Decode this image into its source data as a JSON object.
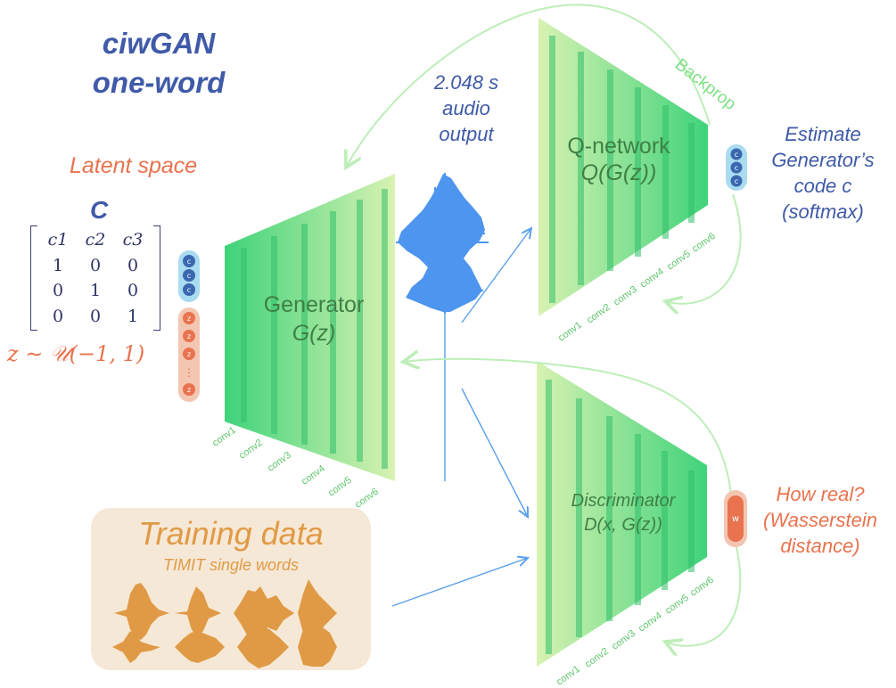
{
  "title": {
    "line1": "ciwGAN",
    "line2": "one-word"
  },
  "latent": {
    "title": "Latent space",
    "c_label": "C",
    "matrix_header": [
      "c1",
      "c2",
      "c3"
    ],
    "matrix_rows": [
      [
        "1",
        "0",
        "0"
      ],
      [
        "0",
        "1",
        "0"
      ],
      [
        "0",
        "0",
        "1"
      ]
    ],
    "z_formula": "z ∼ 𝒰(−1, 1)",
    "c_node": "c",
    "z_node": "z",
    "ellipsis": "⋮"
  },
  "generator": {
    "name": "Generator",
    "func": "G(z)"
  },
  "qnetwork": {
    "name": "Q-network",
    "func": "Q(G(z))"
  },
  "discriminator": {
    "name": "Discriminator",
    "func": "D(x, G(z))"
  },
  "audio_output": {
    "line1": "2.048 s",
    "line2": "audio",
    "line3": "output"
  },
  "estimate": {
    "line1": "Estimate",
    "line2": "Generator’s",
    "line3": "code c",
    "line4": "(softmax)"
  },
  "how_real": {
    "line1": "How real?",
    "line2": "(Wasserstein",
    "line3": "distance)"
  },
  "w_node": "w",
  "backprop": "Backprop",
  "conv_labels": [
    "conv1",
    "conv2",
    "conv3",
    "conv4",
    "conv5",
    "conv6"
  ],
  "training": {
    "title": "Training data",
    "subtitle": "TIMIT single words"
  },
  "colors": {
    "title_blue": "#3f5aa8",
    "latent_orange": "#e8734e",
    "green_dark": "#3ed477",
    "green_light": "#d4f0ad",
    "waveform_blue": "#4d95ee",
    "training_orange": "#e09a45",
    "training_bg": "#f6e8d6",
    "arrow_blue": "#5aa0ea",
    "arrow_green": "#bdeeb8"
  }
}
